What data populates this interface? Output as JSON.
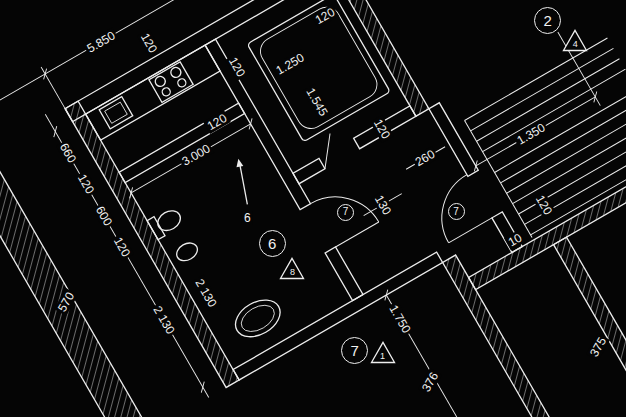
{
  "diagram": {
    "nodes": [
      {
        "text": [
          "2"
        ]
      },
      {
        "text": [
          "4"
        ]
      },
      {
        "text": [
          "7"
        ]
      },
      {
        "text": [
          "7"
        ]
      },
      {
        "text": [
          "6"
        ]
      },
      {
        "text": [
          "8"
        ]
      },
      {
        "text": [
          "7"
        ]
      },
      {
        "text": [
          "1"
        ]
      }
    ],
    "labels": [
      "5.850",
      "120",
      "120",
      "120",
      "1.250",
      "1.545",
      "120",
      "120",
      "3.000",
      "6",
      "660",
      "120",
      "600",
      "120",
      "2 130",
      "2 130",
      "570",
      "1.750",
      "130",
      "260",
      "1.350",
      "120",
      "10",
      "376",
      "375"
    ]
  }
}
